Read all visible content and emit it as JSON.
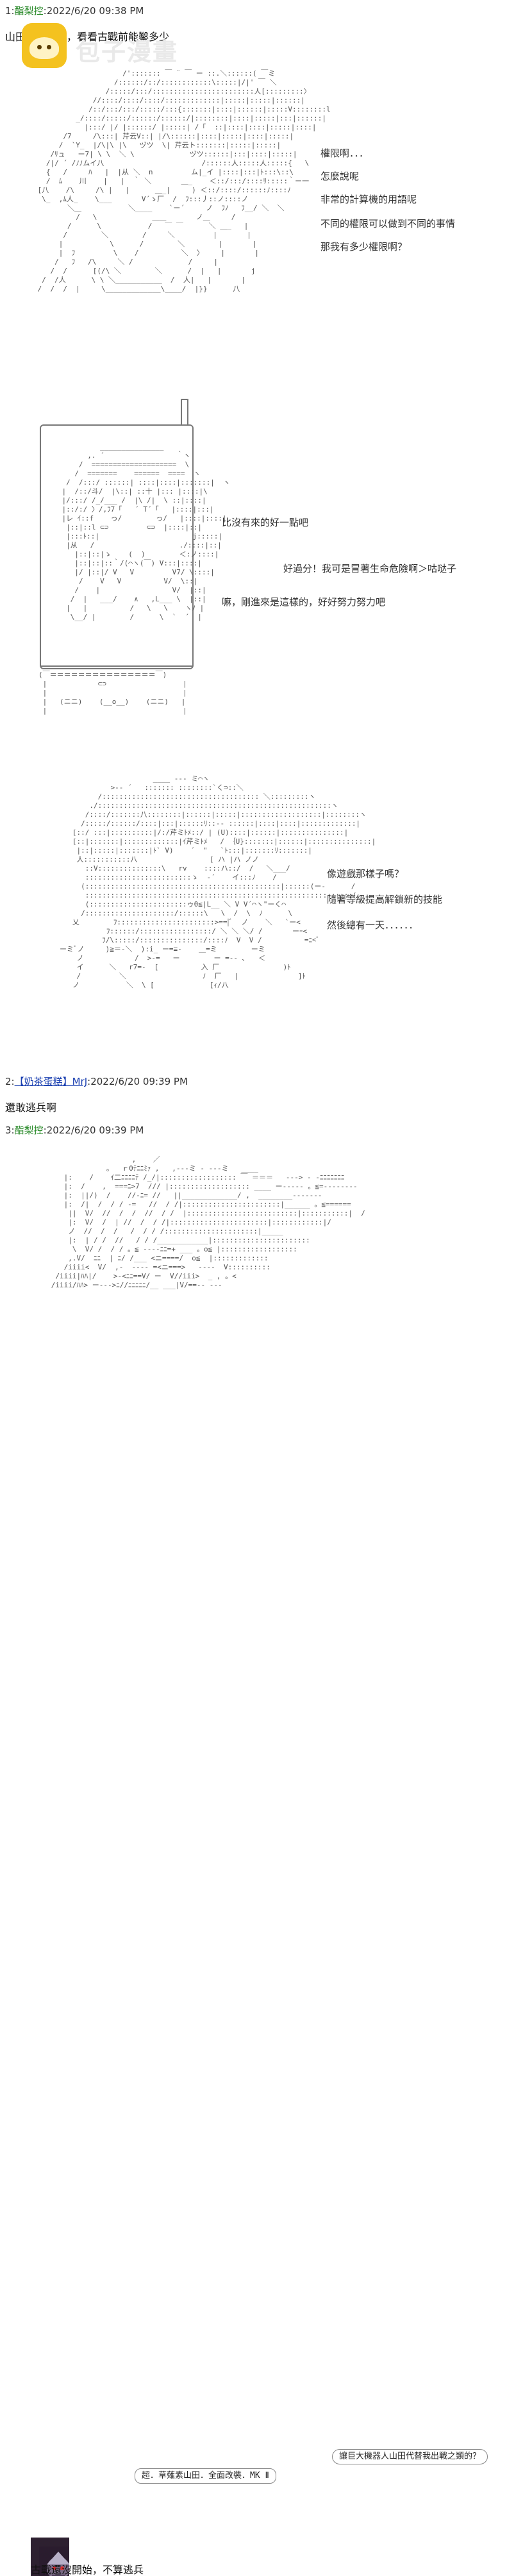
{
  "posts": [
    {
      "number": "1:",
      "author": "酯梨控",
      "timestamp": "2022/6/20 09:38 PM",
      "message": "山田今天三集，看看古戰前能鑿多少"
    },
    {
      "number": "2:",
      "author": "【奶茶蛋糕】MrJ",
      "timestamp": "2022/6/20 09:39 PM",
      "message": "還敢逃兵啊"
    },
    {
      "number": "3:",
      "author": "酯梨控",
      "timestamp": "2022/6/20 09:39 PM",
      "message": "古戰還沒開始，不算逃兵"
    }
  ],
  "watermark": "包子漫畫",
  "panel1_lines": [
    "權限啊．．．",
    "怎麼說呢",
    "非常的計算機的用語呢",
    "不同的權限可以做到不同的事情",
    "那我有多少權限啊？"
  ],
  "panel2_lines": [
    "比沒有來的好一點吧",
    "好過分！我可是冒著生命危險啊＞咕哒子",
    "嘛，剛進來是這樣的，好好努力努力吧"
  ],
  "panel3_lines": [
    "像遊戲那樣子嗎？",
    "隨著等級提高解鎖新的技能",
    "然後總有一天．．．．．．"
  ],
  "panel4_bubbles": [
    "超．草薙素山田．全面改裝．MK Ⅱ",
    "讓巨大機器人山田代替我出戰之類的？"
  ],
  "icons": [
    "logo-icon",
    "avatar-icon"
  ]
}
